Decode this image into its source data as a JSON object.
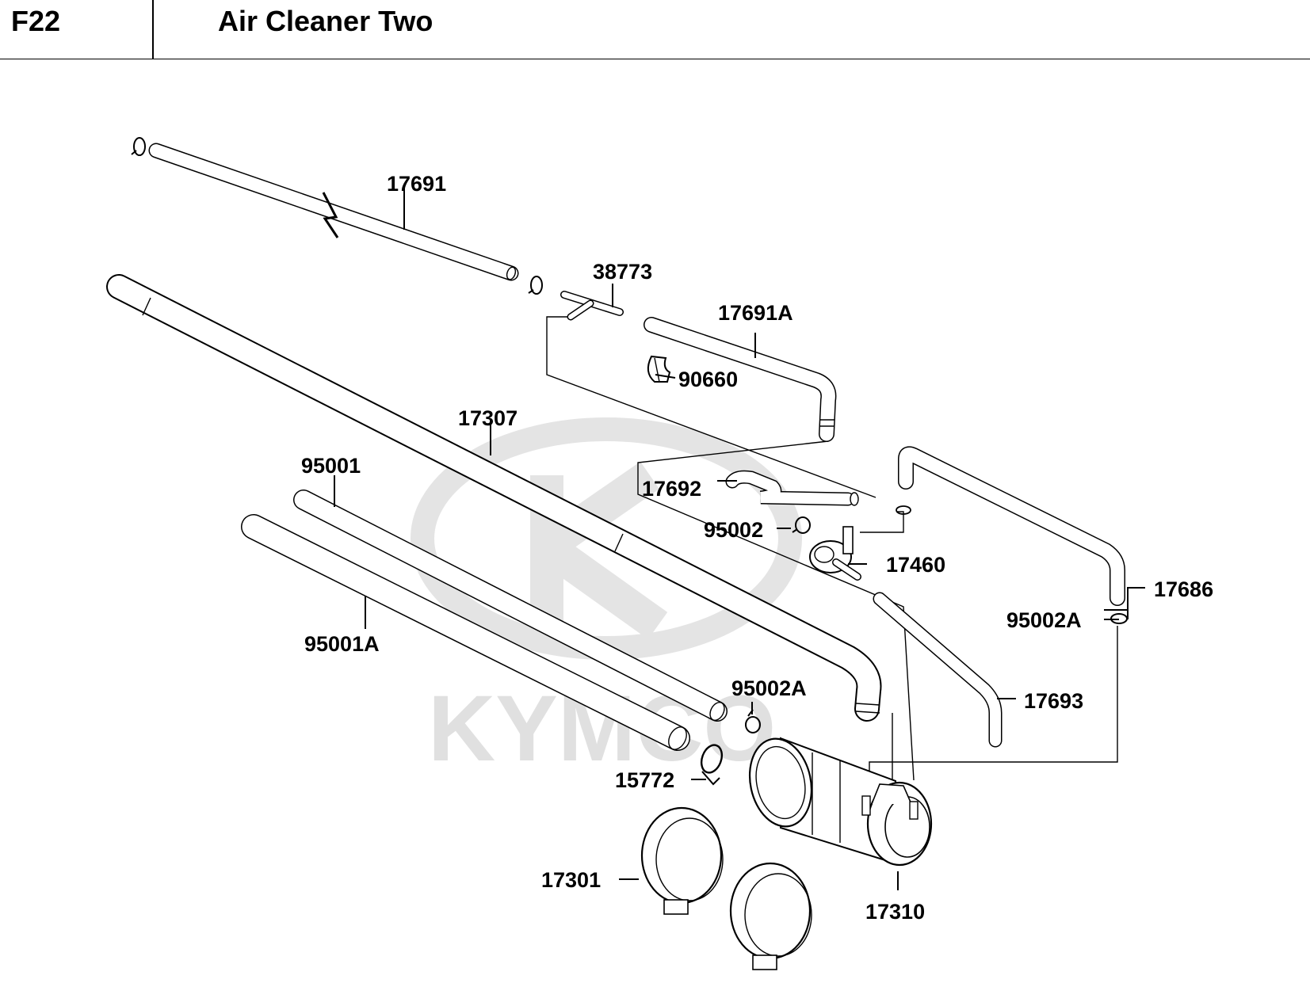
{
  "header": {
    "code": "F22",
    "title": "Air Cleaner Two"
  },
  "watermark": {
    "brand": "KYMCO",
    "color": "#e0e0e0"
  },
  "parts": [
    {
      "id": "p17691",
      "number": "17691"
    },
    {
      "id": "p38773",
      "number": "38773"
    },
    {
      "id": "p17691A",
      "number": "17691A"
    },
    {
      "id": "p90660",
      "number": "90660"
    },
    {
      "id": "p17307",
      "number": "17307"
    },
    {
      "id": "p95001",
      "number": "95001"
    },
    {
      "id": "p17692",
      "number": "17692"
    },
    {
      "id": "p95002",
      "number": "95002"
    },
    {
      "id": "p17460",
      "number": "17460"
    },
    {
      "id": "p17686",
      "number": "17686"
    },
    {
      "id": "p95002A_r",
      "number": "95002A"
    },
    {
      "id": "p95001A",
      "number": "95001A"
    },
    {
      "id": "p95002A_c",
      "number": "95002A"
    },
    {
      "id": "p17693",
      "number": "17693"
    },
    {
      "id": "p15772",
      "number": "15772"
    },
    {
      "id": "p17301",
      "number": "17301"
    },
    {
      "id": "p17310",
      "number": "17310"
    }
  ]
}
